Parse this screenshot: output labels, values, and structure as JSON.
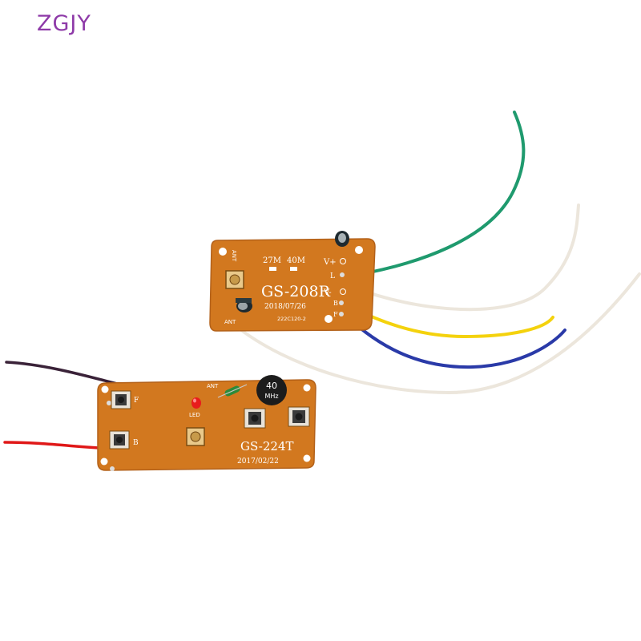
{
  "brand": "ZGJY",
  "colors": {
    "brand": "#8e3aa8",
    "pcb": "#d2781f",
    "pcb_dark": "#b3611a",
    "wire_green": "#1f9a6e",
    "wire_white": "#ece6dc",
    "wire_yellow": "#f4d20d",
    "wire_blue": "#2a3aa8",
    "wire_red": "#e01818",
    "wire_purple": "#3a2238"
  },
  "receiver": {
    "model": "GS-208R",
    "date": "2018/07/26",
    "code": "222C120-2",
    "freq_a": "27M",
    "freq_b": "40M",
    "ant_top": "ANT",
    "ant_bottom": "ANT",
    "pins": [
      "V+",
      "L",
      "V-",
      "B",
      "F"
    ]
  },
  "transmitter": {
    "model": "GS-224T",
    "date": "2017/02/22",
    "ant": "ANT",
    "led": "LED",
    "crystal_freq": "40",
    "crystal_unit": "MHz",
    "btn_f": "F",
    "btn_b": "B"
  }
}
